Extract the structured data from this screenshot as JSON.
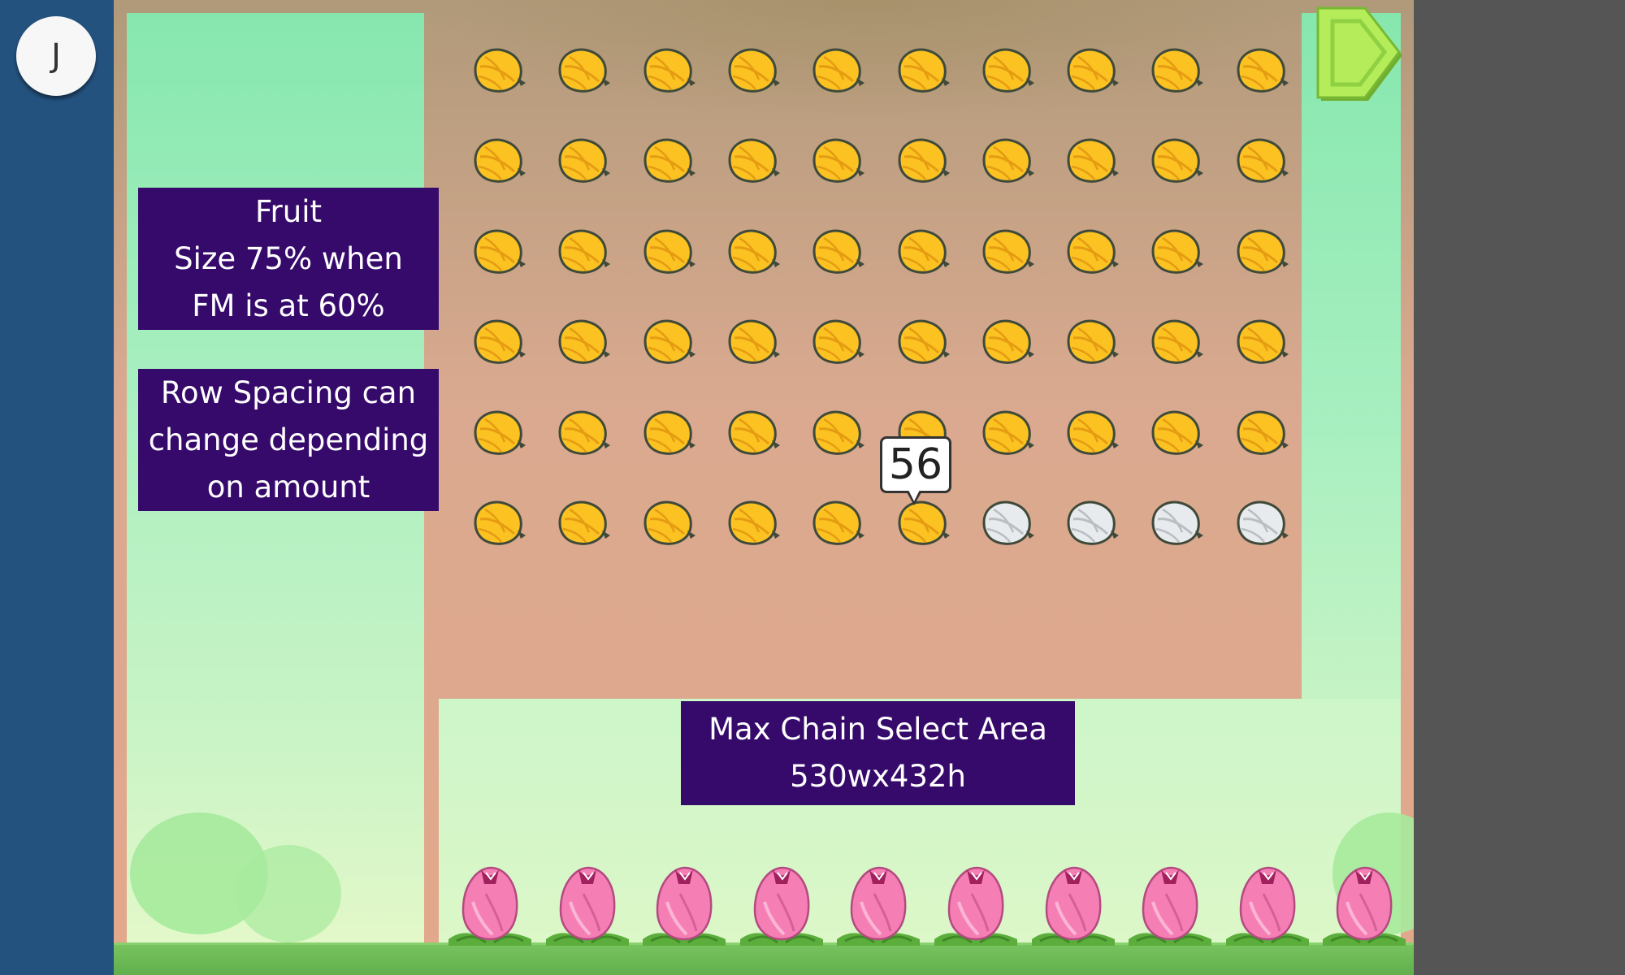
{
  "avatar": {
    "initial": "J"
  },
  "labels": {
    "fruit": "Fruit\nSize 75% when\nFM is at 60%",
    "row_spacing": "Row Spacing can\nchange depending\non amount",
    "chain_area": "Max Chain Select Area\n530wx432h"
  },
  "fruit_grid": {
    "rows": 6,
    "cols": 10,
    "total": 60,
    "filled": 56,
    "filled_color": "#fbc222",
    "empty_color": "#e8ebed"
  },
  "count_bubble": {
    "value": "56"
  },
  "flowers": {
    "count": 10,
    "color": "#f57fb4"
  },
  "colors": {
    "sidebar": "#24527f",
    "label_bg": "#360a6b",
    "next_button": "#b5ec5a",
    "ground": "#66b552"
  },
  "icons": {
    "next": "arrow-right-icon",
    "fruit": "starfruit-icon",
    "flower": "flower-bud-icon"
  }
}
